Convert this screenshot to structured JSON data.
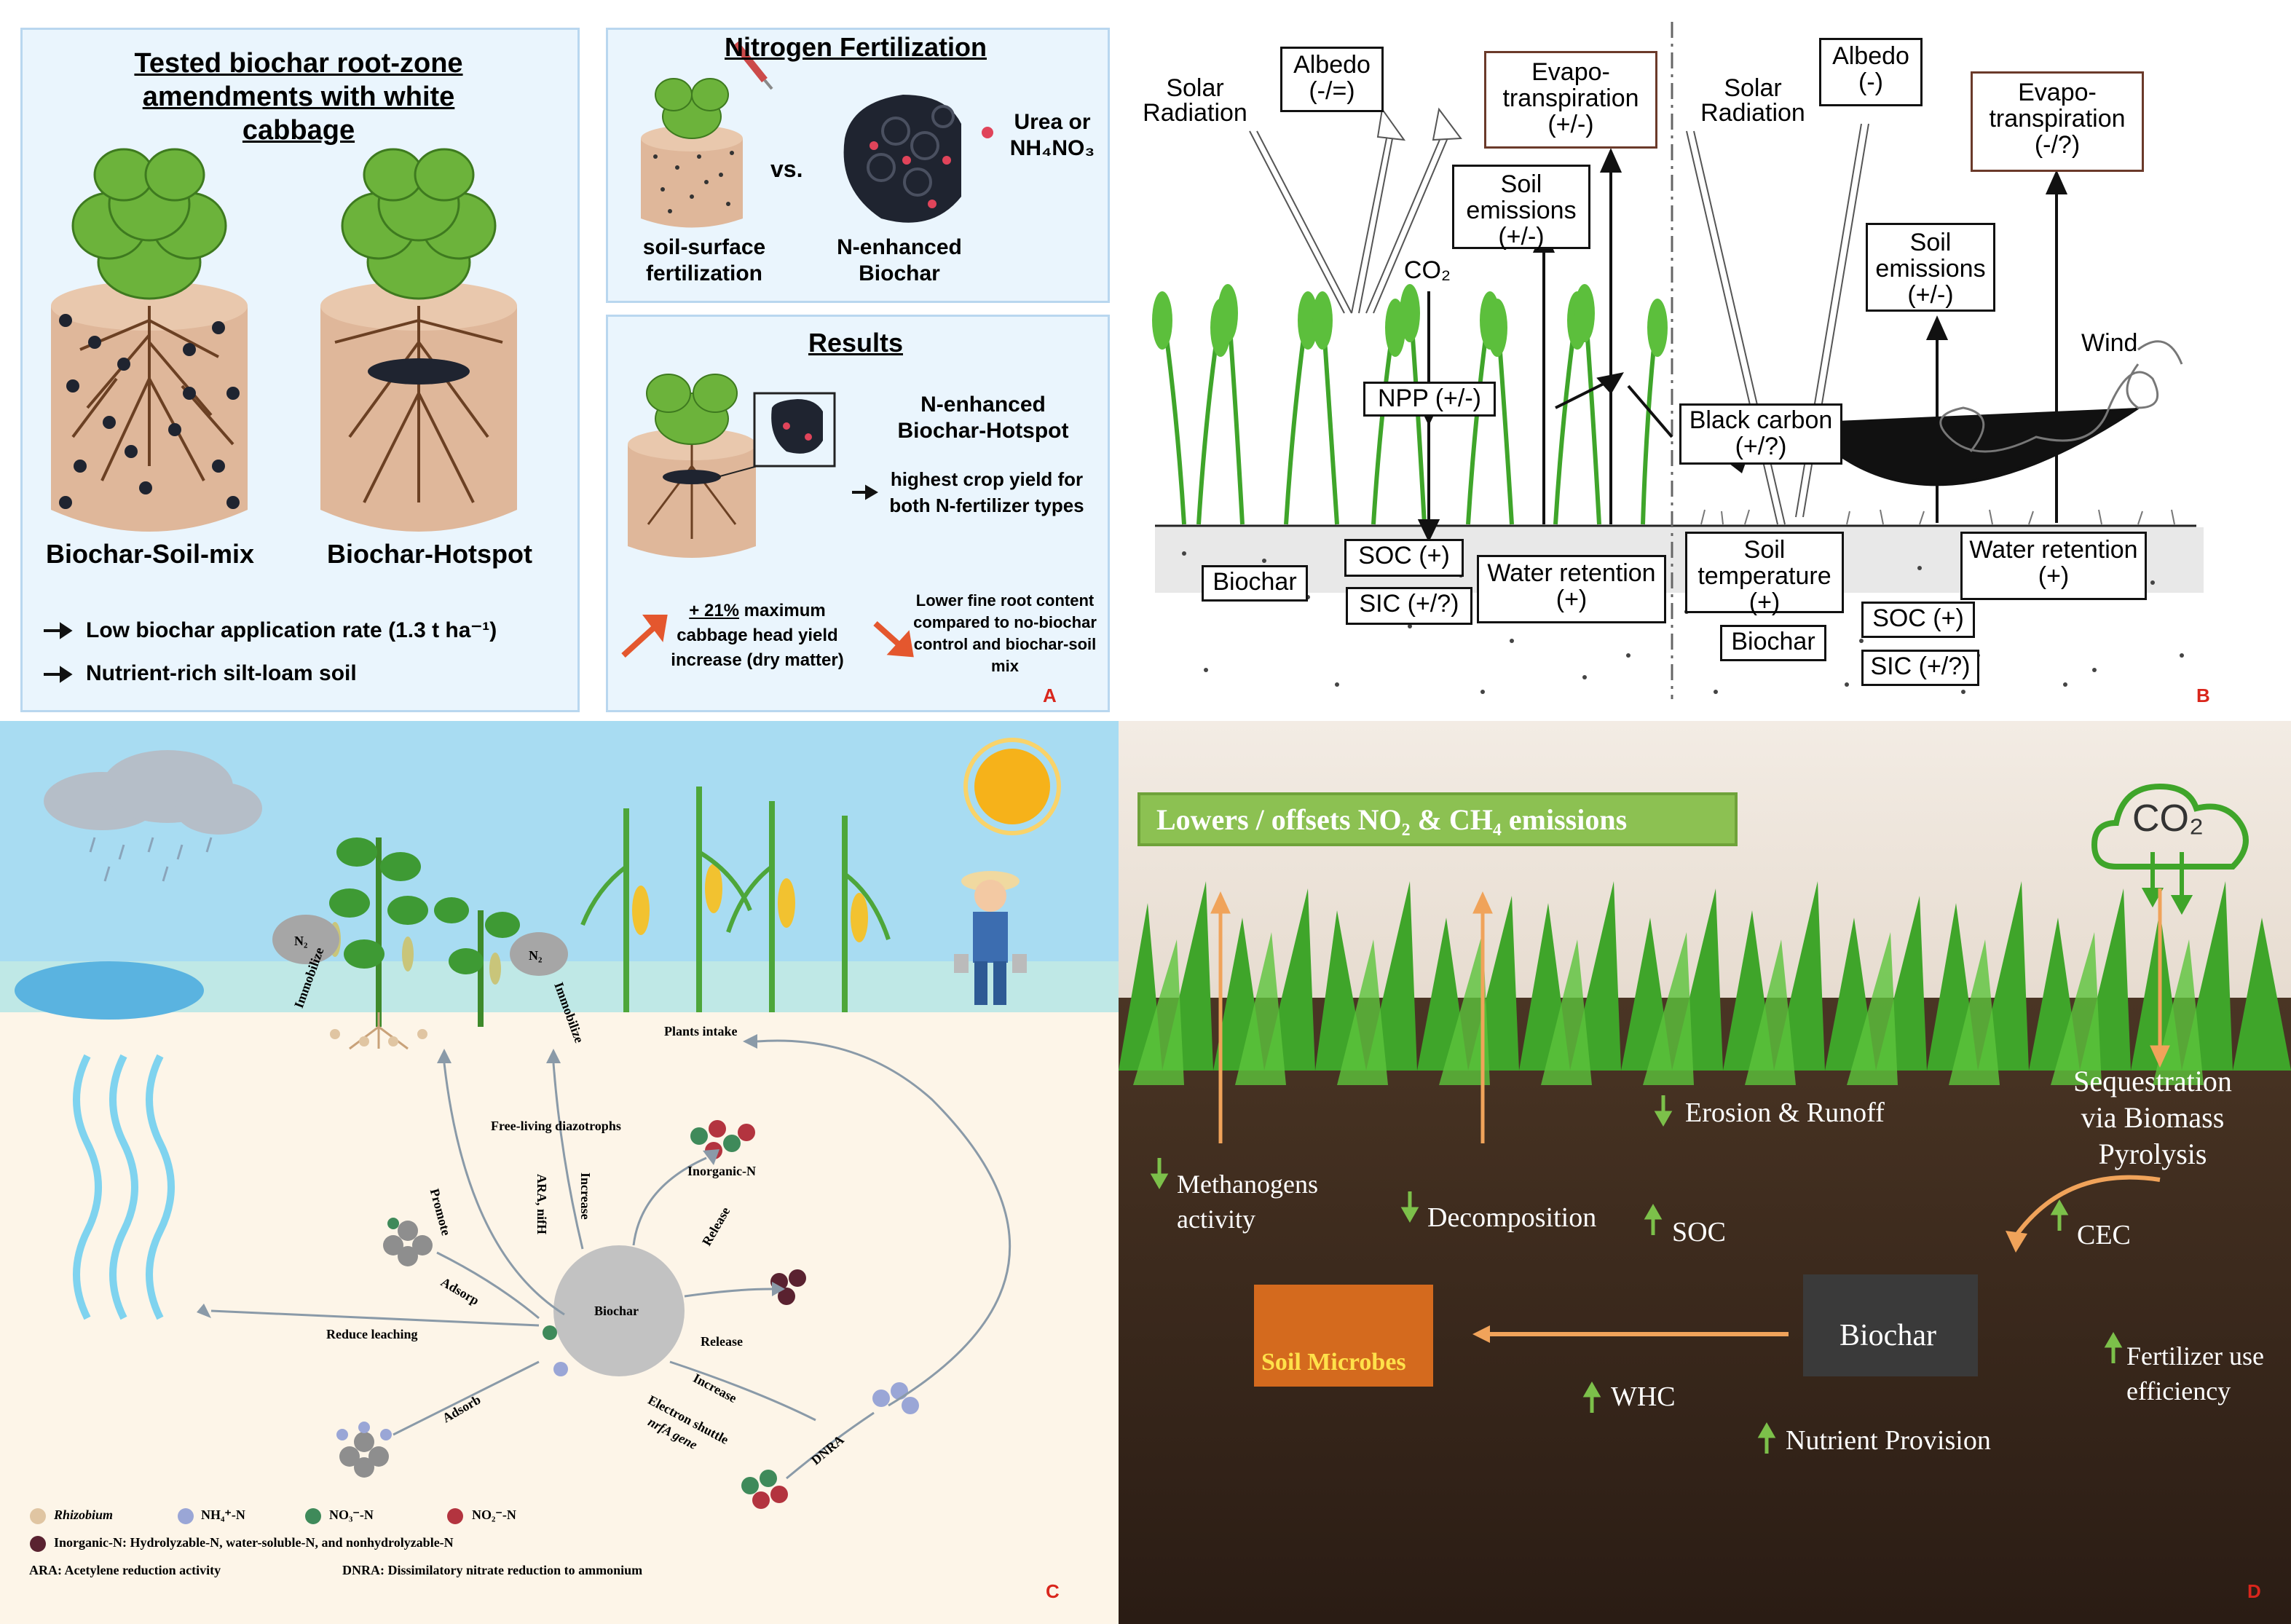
{
  "panel_a": {
    "left_title": "Tested biochar root-zone amendments with white cabbage",
    "label_soil_mix": "Biochar-Soil-mix",
    "label_hotspot": "Biochar-Hotspot",
    "bullet_1": "Low biochar application rate (1.3 t ha⁻¹)",
    "bullet_2": "Nutrient-rich silt-loam soil",
    "nf_title": "Nitrogen Fertilization",
    "nf_vs": "vs.",
    "nf_urea": "Urea or NH₄NO₃",
    "nf_soil_surface": "soil-surface fertilization",
    "nf_n_enhanced": "N-enhanced Biochar",
    "res_title": "Results",
    "res_hotspot": "N-enhanced Biochar-Hotspot",
    "res_highest": "highest crop yield for both N-fertilizer types",
    "res_21": "+ 21%",
    "res_21_rest": "maximum cabbage head yield increase (dry matter)",
    "res_lower": "Lower fine root content compared to no-biochar control and biochar-soil mix",
    "letter": "A"
  },
  "panel_b": {
    "solar_1": "Solar Radiation",
    "albedo_1": "Albedo (-/=)",
    "evapo_1": "Evapo-transpiration (+/-)",
    "soil_em_1": "Soil emissions (+/-)",
    "co2": "CO₂",
    "npp": "NPP (+/-)",
    "soc_1": "SOC (+)",
    "biochar_1": "Biochar",
    "sic_1": "SIC (+/?)",
    "water_1": "Water retention (+)",
    "solar_2": "Solar Radiation",
    "albedo_2": "Albedo (-)",
    "evapo_2": "Evapo-transpiration (-/?)",
    "soil_em_2": "Soil emissions (+/-)",
    "wind": "Wind",
    "black_carbon": "Black carbon (+/?)",
    "soil_temp": "Soil temperature (+)",
    "water_2": "Water retention (+)",
    "soc_2": "SOC (+)",
    "biochar_2": "Biochar",
    "sic_2": "SIC (+/?)",
    "letter": "B"
  },
  "panel_c": {
    "n2_1": "N₂",
    "n2_2": "N₂",
    "immobilize_1": "Immobilize",
    "immobilize_2": "Immobilize",
    "plants_intake": "Plants intake",
    "free_living": "Free-living diazotrophs",
    "inorganic_n": "Inorganic-N",
    "promote": "Promote",
    "ara_nifh": "ARA, nifH",
    "increase_1": "Increase",
    "release_1": "Release",
    "adsorp": "Adsorp",
    "biochar": "Biochar",
    "reduce_leaching": "Reduce leaching",
    "release_2": "Release",
    "increase_2": "Increase",
    "electron_shuttle": "Electron shuttle",
    "nrfa": "nrfA gene",
    "adsorb": "Adsorb",
    "dnra": "DNRA",
    "legend_rhizobium": "Rhizobium",
    "legend_nh4": "NH₄⁺-N",
    "legend_no3": "NO₃⁻-N",
    "legend_no2": "NO₂⁻-N",
    "legend_inorganic": "Inorganic-N: Hydrolyzable-N, water-soluble-N, and nonhydrolyzable-N",
    "legend_ara": "ARA: Acetylene reduction activity",
    "legend_dnra": "DNRA: Dissimilatory nitrate reduction to ammonium",
    "letter": "C"
  },
  "panel_d": {
    "banner": "Lowers / offsets NO₂ & CH₄ emissions",
    "co2": "CO₂",
    "erosion": "Erosion & Runoff",
    "sequestration": "Sequestration via Biomass Pyrolysis",
    "methanogens": "Methanogens activity",
    "decomposition": "Decomposition",
    "soc": "SOC",
    "cec": "CEC",
    "soil_microbes": "Soil Microbes",
    "biochar": "Biochar",
    "whc": "WHC",
    "fertilizer": "Fertilizer use efficiency",
    "nutrient": "Nutrient Provision",
    "letter": "D"
  },
  "colors": {
    "panel_a_bg": "#eaf5fd",
    "panel_a_border": "#b9d7ef",
    "pot": "#dfb79a",
    "leaf": "#6cb33b",
    "arrow_red": "#e4572e",
    "letter_red": "#d9261c",
    "sky": "#a8dcf2",
    "soil_dark": "#3b2a20",
    "banner_green": "#8cc152",
    "grass": "#3fa52a",
    "orange_arrow": "#f0a35a"
  }
}
